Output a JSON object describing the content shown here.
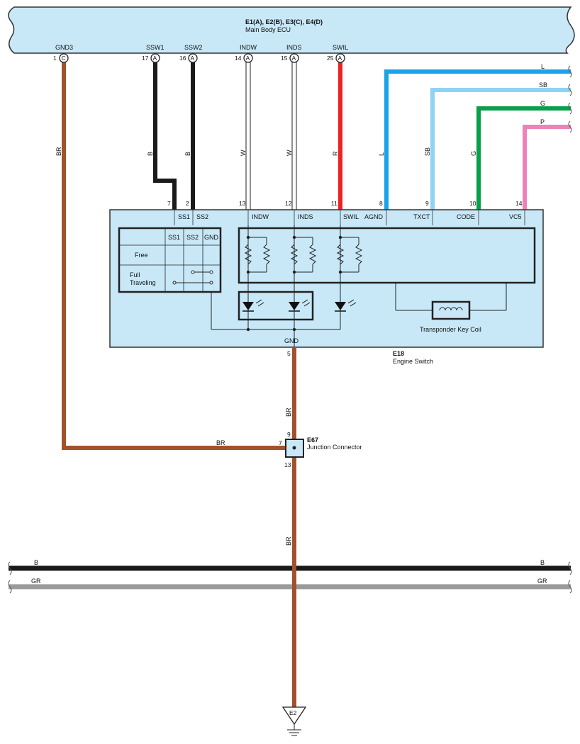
{
  "ecu": {
    "connectors": "E1(A), E2(B), E3(C), E4(D)",
    "name": "Main Body ECU",
    "pins": [
      {
        "label": "GND3",
        "num": "1",
        "conn": "C"
      },
      {
        "label": "SSW1",
        "num": "17",
        "conn": "A"
      },
      {
        "label": "SSW2",
        "num": "16",
        "conn": "A"
      },
      {
        "label": "INDW",
        "num": "14",
        "conn": "A"
      },
      {
        "label": "INDS",
        "num": "15",
        "conn": "A"
      },
      {
        "label": "SWIL",
        "num": "25",
        "conn": "A"
      }
    ]
  },
  "wires": {
    "gnd3": "BR",
    "ssw1": "B",
    "ssw2": "B",
    "indw": "W",
    "inds": "W",
    "swil": "R",
    "agnd": "L",
    "txct": "SB",
    "code": "G",
    "vc5": "P",
    "gnd_upper": "BR",
    "gnd3_horizontal": "BR",
    "gnd_lower": "BR"
  },
  "offpage": [
    "L",
    "SB",
    "G",
    "P"
  ],
  "switch": {
    "code": "E18",
    "name": "Engine Switch",
    "pin_nums": [
      "7",
      "2",
      "13",
      "12",
      "11",
      "8",
      "9",
      "10",
      "14"
    ],
    "pin_labels": [
      "SS1",
      "SS2",
      "INDW",
      "INDS",
      "SWIL",
      "AGND",
      "TXCT",
      "CODE",
      "VC5"
    ],
    "gnd_label": "GND",
    "gnd_num": "5",
    "table": {
      "headers": [
        "SS1",
        "SS2",
        "GND"
      ],
      "row_free": "Free",
      "row_full_1": "Full",
      "row_full_2": "Traveling"
    },
    "coil": "Transponder Key Coil"
  },
  "junction": {
    "code": "E67",
    "name": "Junction Connector",
    "pins": [
      "9",
      "7",
      "13"
    ]
  },
  "buses": [
    {
      "left": "B",
      "right": "B",
      "color": "#1a1a1a"
    },
    {
      "left": "GR",
      "right": "GR",
      "color": "#9a9a9a"
    }
  ],
  "ground": "E2",
  "colors": {
    "BR": "#a0522d",
    "B": "#1a1a1a",
    "R": "#ee2222",
    "L": "#1aa3e8",
    "SB": "#8dd3f4",
    "G": "#0a9e4a",
    "P": "#ee82b8",
    "ecu_fill": "#c8e8f8",
    "switch_fill": "#c8e8f8"
  }
}
